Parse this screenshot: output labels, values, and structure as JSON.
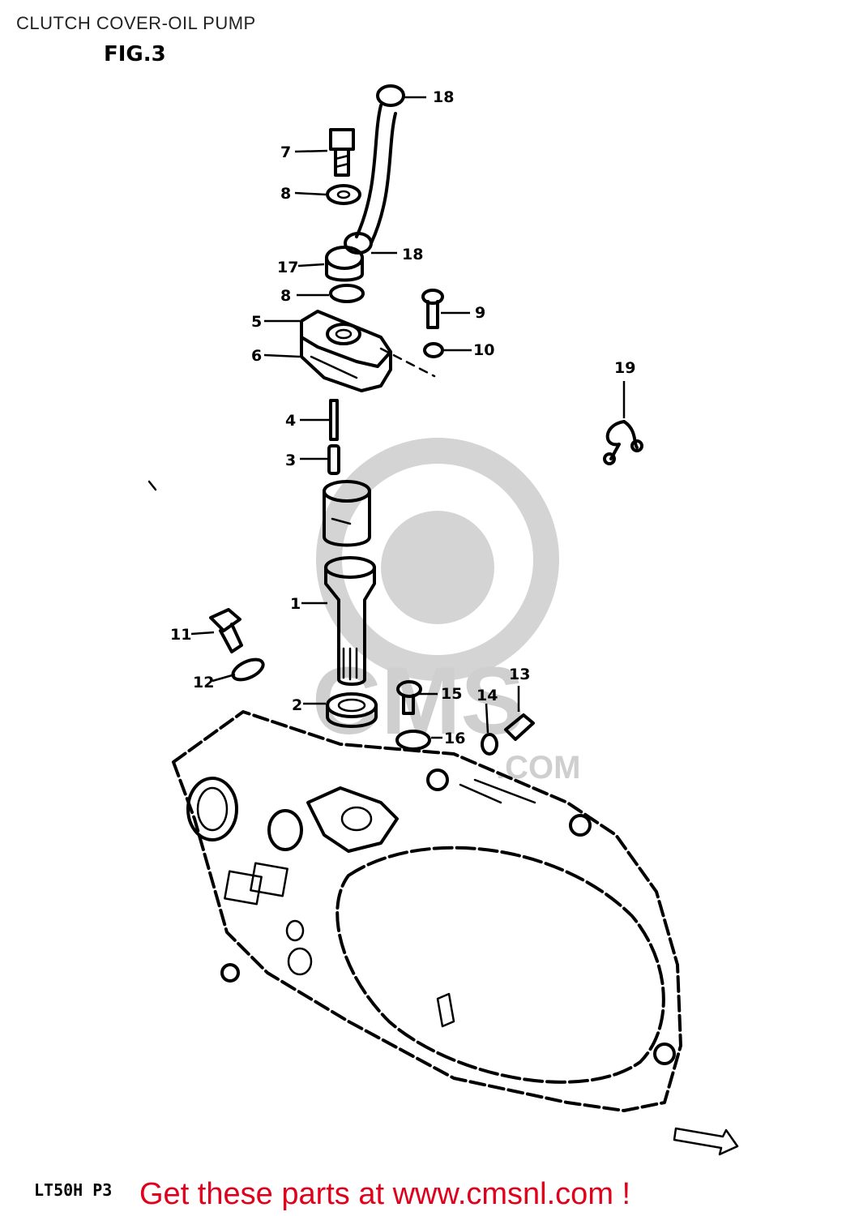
{
  "header": {
    "title": "CLUTCH COVER-OIL PUMP",
    "figure": "FIG.3"
  },
  "watermark": {
    "logo_text": "CMS",
    "url_text": ".COM"
  },
  "callouts": {
    "c1": "1",
    "c2": "2",
    "c3": "3",
    "c4": "4",
    "c5": "5",
    "c6": "6",
    "c7": "7",
    "c8a": "8",
    "c8b": "8",
    "c9": "9",
    "c10": "10",
    "c11": "11",
    "c12": "12",
    "c13": "13",
    "c14": "14",
    "c15": "15",
    "c16": "16",
    "c17": "17",
    "c18a": "18",
    "c18b": "18",
    "c19": "19"
  },
  "footer": {
    "model_code": "LT50H P3",
    "banner": "Get these parts at www.cmsnl.com !"
  },
  "colors": {
    "banner": "#e0001b",
    "watermark": "#d4d4d4",
    "line": "#000000"
  }
}
